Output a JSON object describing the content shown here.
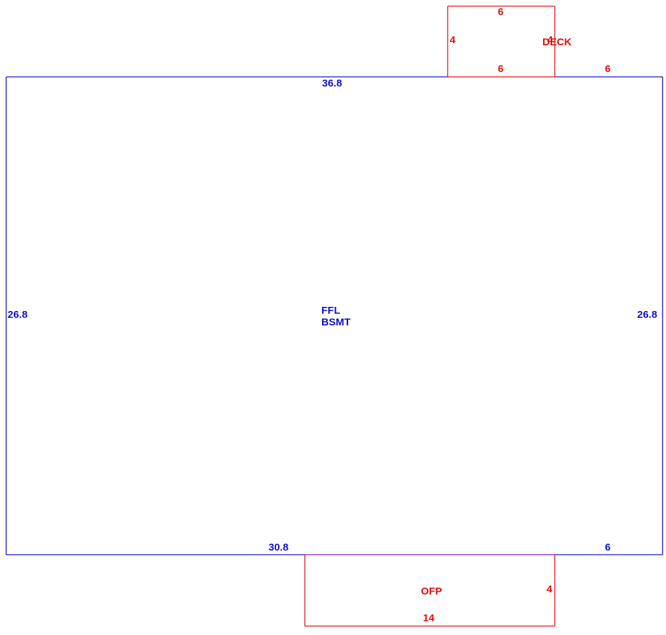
{
  "colors": {
    "main": "#1010c8",
    "addition": "#e01010",
    "shared_edge": "#8a10c8"
  },
  "main_area": {
    "label_line1": "FFL",
    "label_line2": "BSMT",
    "top_dim": "36.8",
    "left_dim": "26.8",
    "right_dim": "26.8",
    "bottom_left_dim": "30.8",
    "bottom_right_dim": "6"
  },
  "deck": {
    "label": "DECK",
    "top_dim": "6",
    "left_dim": "4",
    "right_dim": "4",
    "bottom_dim": "6",
    "outer_right_dim": "6"
  },
  "porch": {
    "label": "OFP",
    "right_dim": "4",
    "bottom_dim": "14"
  }
}
